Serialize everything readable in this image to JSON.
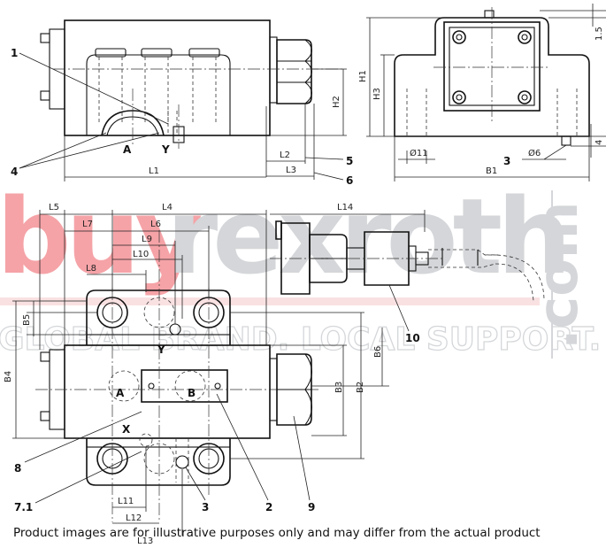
{
  "dimensions": {
    "L1": "L1",
    "L2": "L2",
    "L3": "L3",
    "L4": "L4",
    "L5": "L5",
    "L6": "L6",
    "L7": "L7",
    "L8": "L8",
    "L9": "L9",
    "L10": "L10",
    "L11": "L11",
    "L12": "L12",
    "L13": "L13",
    "L14": "L14",
    "H1": "H1",
    "H2": "H2",
    "H3": "H3",
    "B1": "B1",
    "B2": "B2",
    "B3": "B3",
    "B4": "B4",
    "B5": "B5",
    "B6": "B6",
    "D11": "Ø11",
    "D6": "Ø6",
    "V15": "1.5",
    "V4": "4"
  },
  "callouts": {
    "c1": "1",
    "c2": "2",
    "c3a": "3",
    "c3b": "3",
    "c4": "4",
    "c5": "5",
    "c6": "6",
    "c71": "7.1",
    "c8": "8",
    "c9": "9",
    "c10": "10"
  },
  "ports": {
    "A1": "A",
    "Y1": "Y",
    "A2": "A",
    "B2": "B",
    "Y2": "Y",
    "X2": "X"
  },
  "watermark": {
    "brand_left": "buy",
    "brand_right": "rexroth",
    "domain": ".com",
    "tagline": "GLOBAL BRAND. LOCAL SUPPORT."
  },
  "disclaimer": "Product images are for illustrative purposes only and may differ from the actual product",
  "colors": {
    "brand_red": "#e8262f",
    "brand_gray": "#9aa0a6"
  }
}
